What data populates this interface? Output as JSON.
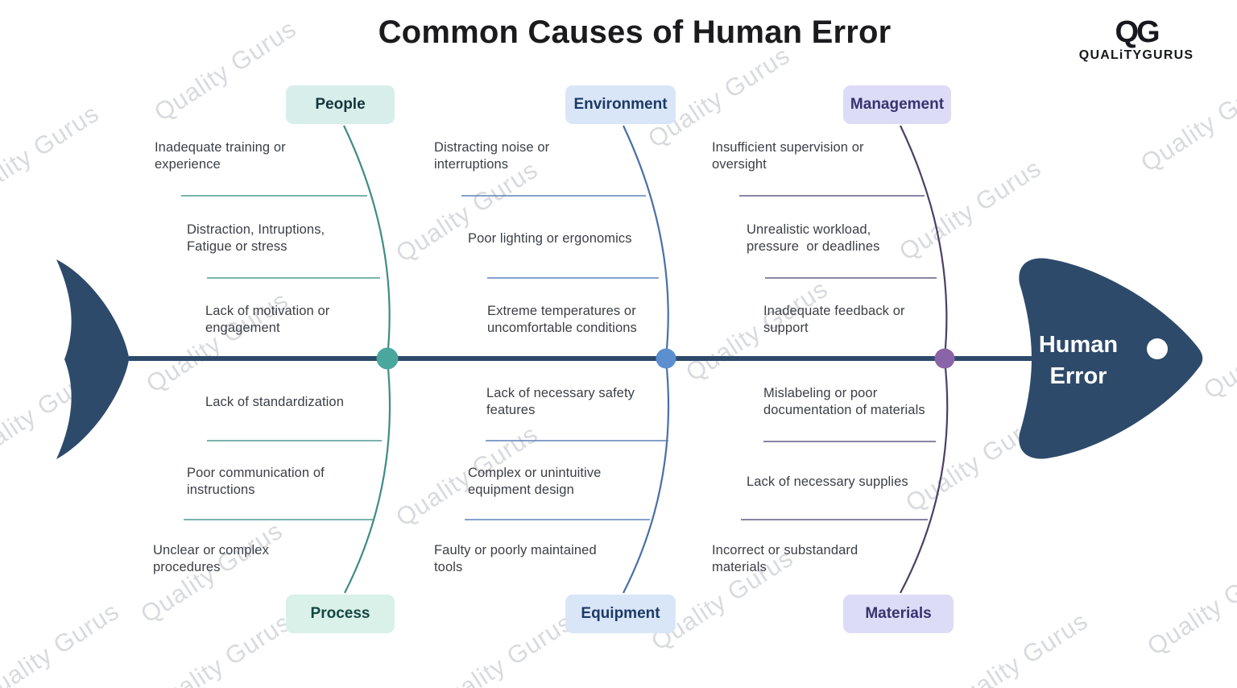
{
  "title": "Common Causes of Human Error",
  "logo": {
    "monogram": "QG",
    "name": "QUALiTYGURUS"
  },
  "effect": {
    "label": "Human\nError"
  },
  "watermark": {
    "text": "Quality Gurus"
  },
  "colors": {
    "spine": "#2e4a6b",
    "fish_body": "#2e4a6b",
    "people_branch": "#3e8c85",
    "environment_branch": "#4a6fa8",
    "management_branch": "#4c3f66",
    "node_people": "#4aa79e",
    "node_environment": "#5b8fd0",
    "node_management": "#8a64a8",
    "badge_people_bg": "#d8eeeb",
    "badge_process_bg": "#d9f1e8",
    "badge_environment_bg": "#d9e6f7",
    "badge_equipment_bg": "#dbe7f7",
    "badge_management_bg": "#dddcf7",
    "badge_materials_bg": "#dfdef8"
  },
  "categories": [
    {
      "label": "People",
      "side": "top",
      "causes": [
        "Inadequate training or\nexperience",
        "Distraction, Intruptions,\nFatigue or stress",
        "Lack of motivation or\nengagement"
      ]
    },
    {
      "label": "Environment",
      "side": "top",
      "causes": [
        "Distracting noise or\ninterruptions",
        "Poor lighting or ergonomics",
        "Extreme temperatures or\nuncomfortable conditions"
      ]
    },
    {
      "label": "Management",
      "side": "top",
      "causes": [
        "Insufficient supervision or\noversight",
        "Unrealistic workload,\npressure  or deadlines",
        "Inadequate feedback or\nsupport"
      ]
    },
    {
      "label": "Process",
      "side": "bottom",
      "causes": [
        "Lack of standardization",
        "Poor communication of\ninstructions",
        "Unclear or complex\nprocedures"
      ]
    },
    {
      "label": "Equipment",
      "side": "bottom",
      "causes": [
        "Lack of necessary safety\nfeatures",
        "Complex or unintuitive\nequipment design",
        "Faulty or poorly maintained\ntools"
      ]
    },
    {
      "label": "Materials",
      "side": "bottom",
      "causes": [
        "Mislabeling or poor\ndocumentation of materials",
        "Lack of necessary supplies",
        "Incorrect or substandard\nmaterials"
      ]
    }
  ]
}
